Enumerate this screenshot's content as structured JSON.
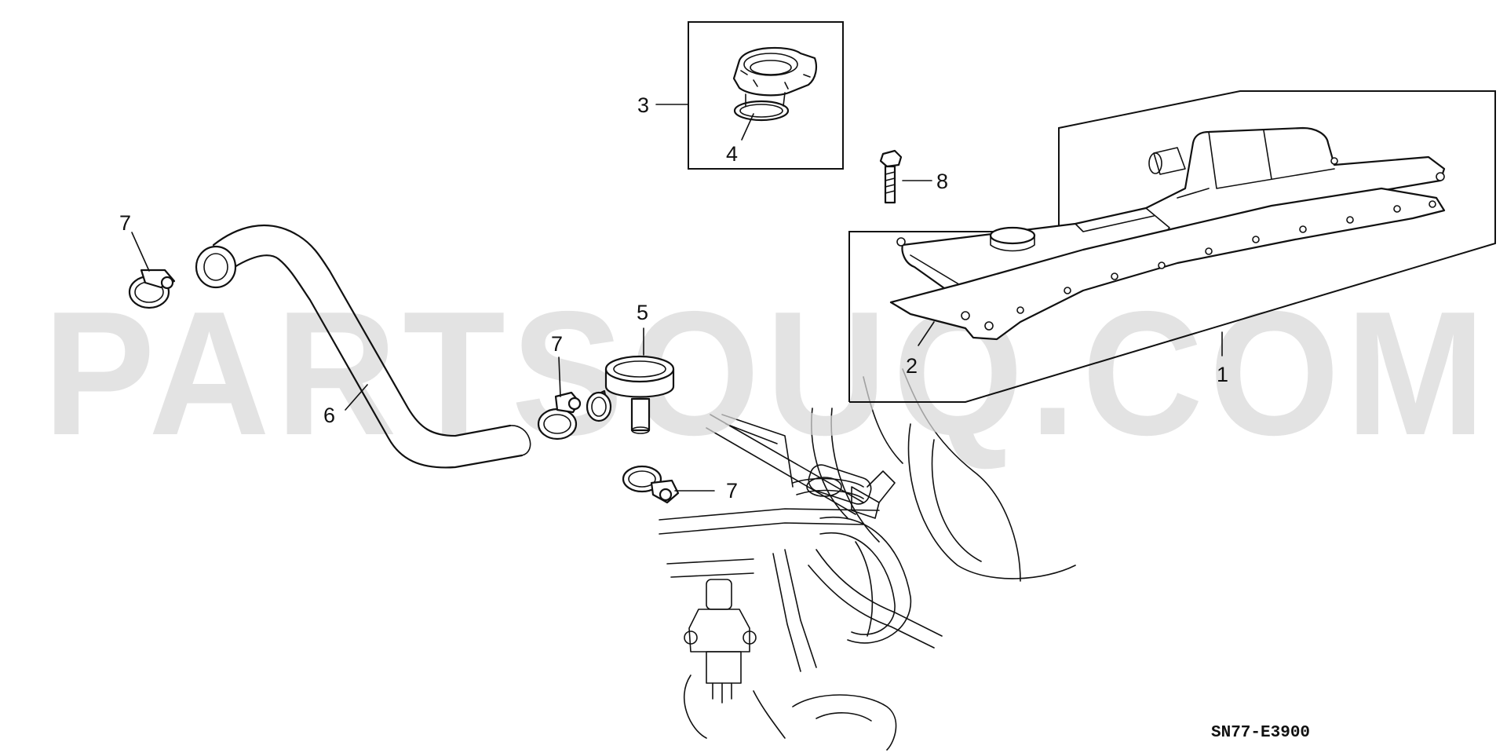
{
  "callouts": {
    "c1": "1",
    "c2": "2",
    "c3": "3",
    "c4": "4",
    "c5": "5",
    "c6": "6",
    "c7a": "7",
    "c7b": "7",
    "c7c": "7",
    "c8": "8"
  },
  "watermark": "PARTSOUQ.COM",
  "diagram_code": "SN77-E3900"
}
